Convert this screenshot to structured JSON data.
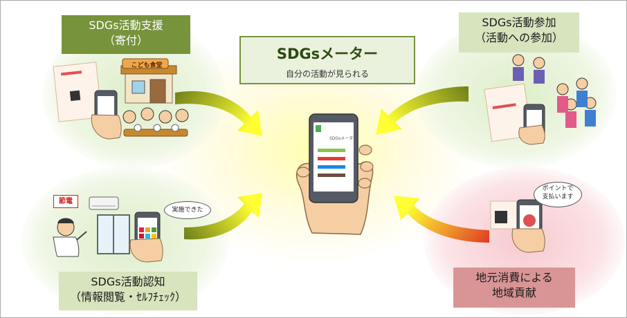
{
  "title": {
    "main": "SDGsメーター",
    "sub": "自分の活動が見られる"
  },
  "quadrants": {
    "top_left": {
      "line1": "SDGs活動支援",
      "line2": "（寄付）"
    },
    "top_right": {
      "line1": "SDGs活動参加",
      "line2": "（活動への参加）"
    },
    "bottom_left": {
      "line1": "SDGs活動認知",
      "line2": "（情報閲覧・ｾﾙﾌﾁｪｯｸ）"
    },
    "bottom_right": {
      "line1": "地元消費による",
      "line2": "地域貢献"
    }
  },
  "illustrations": {
    "shop_sign": "こども食堂",
    "setsuden_tag": "節電",
    "speech_bl": "実施できた",
    "speech_br_line1": "ポイントで",
    "speech_br_line2": "支払います",
    "phone_app_title": "SDGsメーター"
  },
  "colors": {
    "accent_dark_green": "#77933c",
    "light_green": "#d7e4bd",
    "pink": "#d99595",
    "arrow_yellow": "#ffff33",
    "arrow_olive": "#6f7f19",
    "arrow_red": "#e03a24"
  },
  "icons": [
    "hand-phone-icon",
    "restaurant-icon",
    "children-icon",
    "volunteers-icon",
    "air-conditioner-icon",
    "window-icon",
    "man-icon",
    "qr-card-icon"
  ]
}
